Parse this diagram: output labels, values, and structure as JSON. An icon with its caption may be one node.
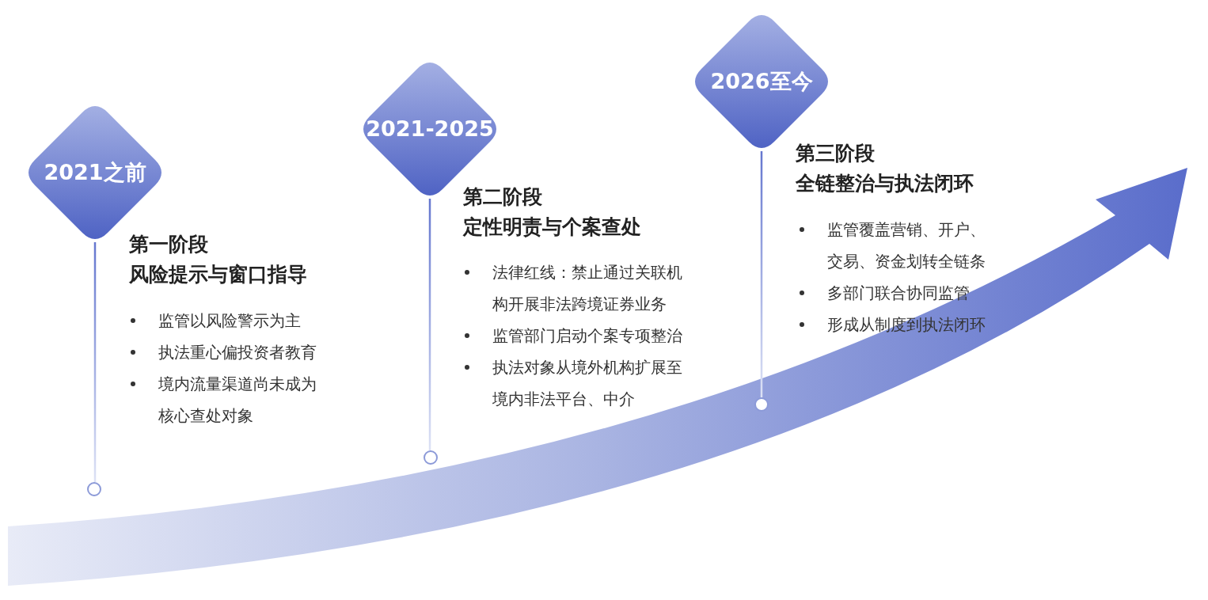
{
  "diagram": {
    "nodes": [
      {
        "text": [
          "2021之前"
        ],
        "beside": [
          "第一阶段",
          "风险提示与窗口指导",
          "监管以风险警示为主",
          "执法重心偏投资者教育",
          "境内流量渠道尚未成为核心查处对象"
        ]
      },
      {
        "text": [],
        "shape": "circle"
      },
      {
        "text": [
          "2021-2025"
        ],
        "beside": [
          "第二阶段",
          "定性明责与个案查处",
          "法律红线：禁止通过关联机构开展非法跨境证券业务",
          "监管部门启动个案专项整治",
          "执法对象从境外机构扩展至境内非法平台、中介"
        ]
      },
      {
        "text": [],
        "shape": "circle"
      },
      {
        "text": [
          "2026至今"
        ],
        "beside": [
          "第三阶段",
          "全链整治与执法闭环",
          "监管覆盖营销、开户、交易、资金划转全链条",
          "多部门联合协同监管",
          "形成从制度到执法闭环"
        ]
      },
      {
        "text": [],
        "shape": "circle"
      }
    ],
    "edges": [
      {
        "from": 0,
        "to": 1,
        "arrow": "none"
      },
      {
        "from": 2,
        "to": 3,
        "arrow": "none"
      },
      {
        "from": 4,
        "to": 5,
        "arrow": "none"
      }
    ]
  }
}
